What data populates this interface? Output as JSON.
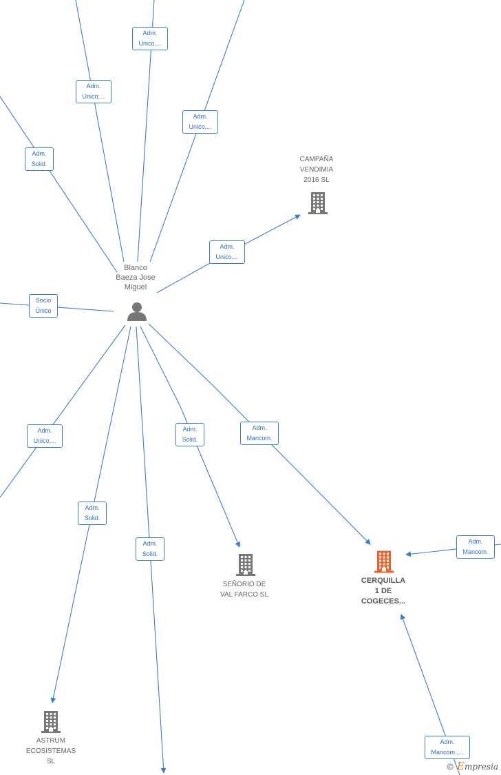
{
  "person": {
    "name_lines": [
      "Blanco",
      "Baeza Jose",
      "Miguel"
    ],
    "icon": "person-icon"
  },
  "companies": [
    {
      "id": "campana",
      "lines": [
        "CAMPAÑA",
        "VENDIMIA",
        "2016  SL"
      ],
      "icon": "building-icon",
      "color": "#777777"
    },
    {
      "id": "senorio",
      "lines": [
        "SEÑORIO DE",
        "VAL FARCO  SL"
      ],
      "icon": "building-icon",
      "color": "#777777"
    },
    {
      "id": "cerquilla",
      "lines": [
        "CERQUILLA",
        "1 DE",
        "COGECES..."
      ],
      "icon": "building-icon",
      "color": "#f0622c"
    },
    {
      "id": "astrum",
      "lines": [
        "ASTRUM",
        "ECOSISTEMAS",
        "SL"
      ],
      "icon": "building-icon",
      "color": "#777777"
    }
  ],
  "edge_labels": [
    {
      "id": "l1",
      "lines": [
        "Adm.",
        "Unico,..."
      ]
    },
    {
      "id": "l2",
      "lines": [
        "Adm.",
        "Unico,..."
      ]
    },
    {
      "id": "l3",
      "lines": [
        "Adm.",
        "Unico,..."
      ]
    },
    {
      "id": "l4",
      "lines": [
        "Adm.",
        "Solid."
      ]
    },
    {
      "id": "l5",
      "lines": [
        "Adm.",
        "Unico,..."
      ]
    },
    {
      "id": "l6",
      "lines": [
        "Socio",
        "Único"
      ]
    },
    {
      "id": "l7",
      "lines": [
        "Adm.",
        "Unico,..."
      ]
    },
    {
      "id": "l8",
      "lines": [
        "Adm.",
        "Solid."
      ]
    },
    {
      "id": "l9",
      "lines": [
        "Adm.",
        "Mancom."
      ]
    },
    {
      "id": "l10",
      "lines": [
        "Adm.",
        "Solid."
      ]
    },
    {
      "id": "l11",
      "lines": [
        "Adm.",
        "Solid."
      ]
    },
    {
      "id": "l12",
      "lines": [
        "Adm.",
        "Mancom."
      ]
    },
    {
      "id": "l13",
      "lines": [
        "Adm.",
        "Mancom.,..."
      ]
    }
  ],
  "colors": {
    "edge": "#3d7ec9",
    "label_text": "#2f6fbf",
    "node_gray": "#777777",
    "focus": "#f0622c"
  },
  "logo": {
    "symbol": "©",
    "first": "E",
    "rest": "mpresia"
  }
}
